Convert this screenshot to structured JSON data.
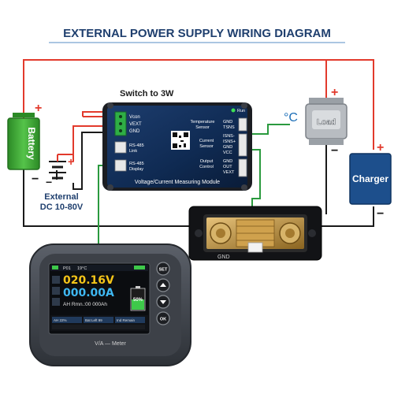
{
  "title": "EXTERNAL POWER SUPPLY WIRING DIAGRAM",
  "battery": {
    "label": "Battery",
    "plus": "+",
    "minus": "−"
  },
  "external_dc": {
    "line1": "External",
    "line2": "DC 10-80V",
    "plus": "+",
    "minus": "−"
  },
  "switch_note": "Switch to 3W",
  "module": {
    "name": "Voltage/Current Measuring Module",
    "run": "Run",
    "left_pins": [
      "Vcon",
      "VEXT",
      "GND"
    ],
    "rs485_link": [
      "RS-485",
      "Link"
    ],
    "rs485_display": [
      "RS-485",
      "Display"
    ],
    "temp_sensor": [
      "Temperature",
      "Sensor"
    ],
    "current_sensor": [
      "Current",
      "Sensor"
    ],
    "output_control": [
      "Output",
      "Control"
    ],
    "temp_pins": [
      "GND",
      "TSNS"
    ],
    "current_pins": [
      "ISNS-",
      "ISNS+",
      "GND",
      "VCC"
    ],
    "output_pins": [
      "GND",
      "OUT",
      "VEXT"
    ]
  },
  "temperature_symbol": "°C",
  "load": {
    "label": "Load",
    "plus": "+",
    "minus": "−"
  },
  "charger": {
    "label": "Charger",
    "plus": "+",
    "minus": "−"
  },
  "shunt": {
    "gnd_label": "GND"
  },
  "meter": {
    "voltage": "020.16V",
    "current": "000.00A",
    "capacity": "AH Rmn.:00 000Ah",
    "status_items": [
      "P01",
      "19°C"
    ],
    "percent": "50%",
    "bottom_items": [
      "AH 22%",
      "Bat Left 99",
      "Ind Remain"
    ],
    "brand": "V/A — Meter",
    "buttons": [
      "SET",
      "",
      "",
      "OK"
    ]
  },
  "colors": {
    "positive_wire": "#e23a2c",
    "negative_wire": "#1a1a1a",
    "signal_wire": "#2a9a3e",
    "title_blue": "#1f3f6e",
    "module_blue": "#10284f",
    "charger_blue": "#1d4f8c",
    "battery_green": "#3aa832",
    "shunt_brass": "#b98b3a"
  }
}
